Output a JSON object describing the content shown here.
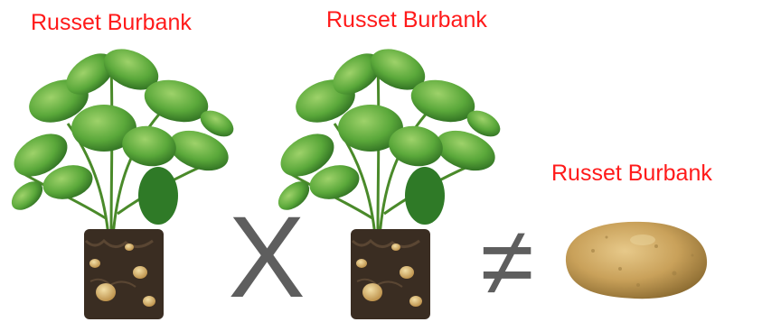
{
  "labels": {
    "parent_1": "Russet Burbank",
    "parent_2": "Russet Burbank",
    "offspring": "Russet Burbank"
  },
  "operators": {
    "cross": "X",
    "not_equal": "≠"
  },
  "icons": {
    "parent_1": "potato-plant-icon",
    "parent_2": "potato-plant-icon",
    "offspring": "potato-tuber-icon"
  },
  "colors": {
    "label_text": "#ff1a1a",
    "operator": "#5e5e5e",
    "leaf": "#5aa83a",
    "soil": "#3a2d22",
    "tuber": "#c9a15a"
  }
}
